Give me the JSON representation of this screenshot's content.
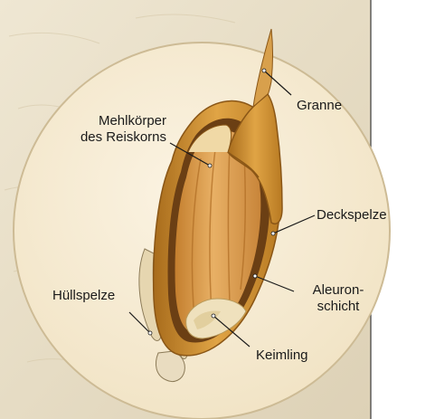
{
  "labels": {
    "granne": "Granne",
    "mehlkoerper_line1": "Mehlkörper",
    "mehlkoerper_line2": "des Reiskorns",
    "deckspelze": "Deckspelze",
    "aleuron_line1": "Aleuron-",
    "aleuron_line2": "schicht",
    "huellspelze": "Hüllspelze",
    "keimling": "Keimling"
  },
  "colors": {
    "parchment": "#e9e0cb",
    "panel_bg": "#ffffff",
    "circle_fill": "#f6ecd6",
    "circle_stroke": "#cdbb95",
    "husk": "#c98a2a",
    "husk_dark": "#8a5616",
    "aleuron": "#6b3f14",
    "endosperm": "#d99a45",
    "germ": "#efe1bd",
    "leader": "#1a1a1a"
  }
}
